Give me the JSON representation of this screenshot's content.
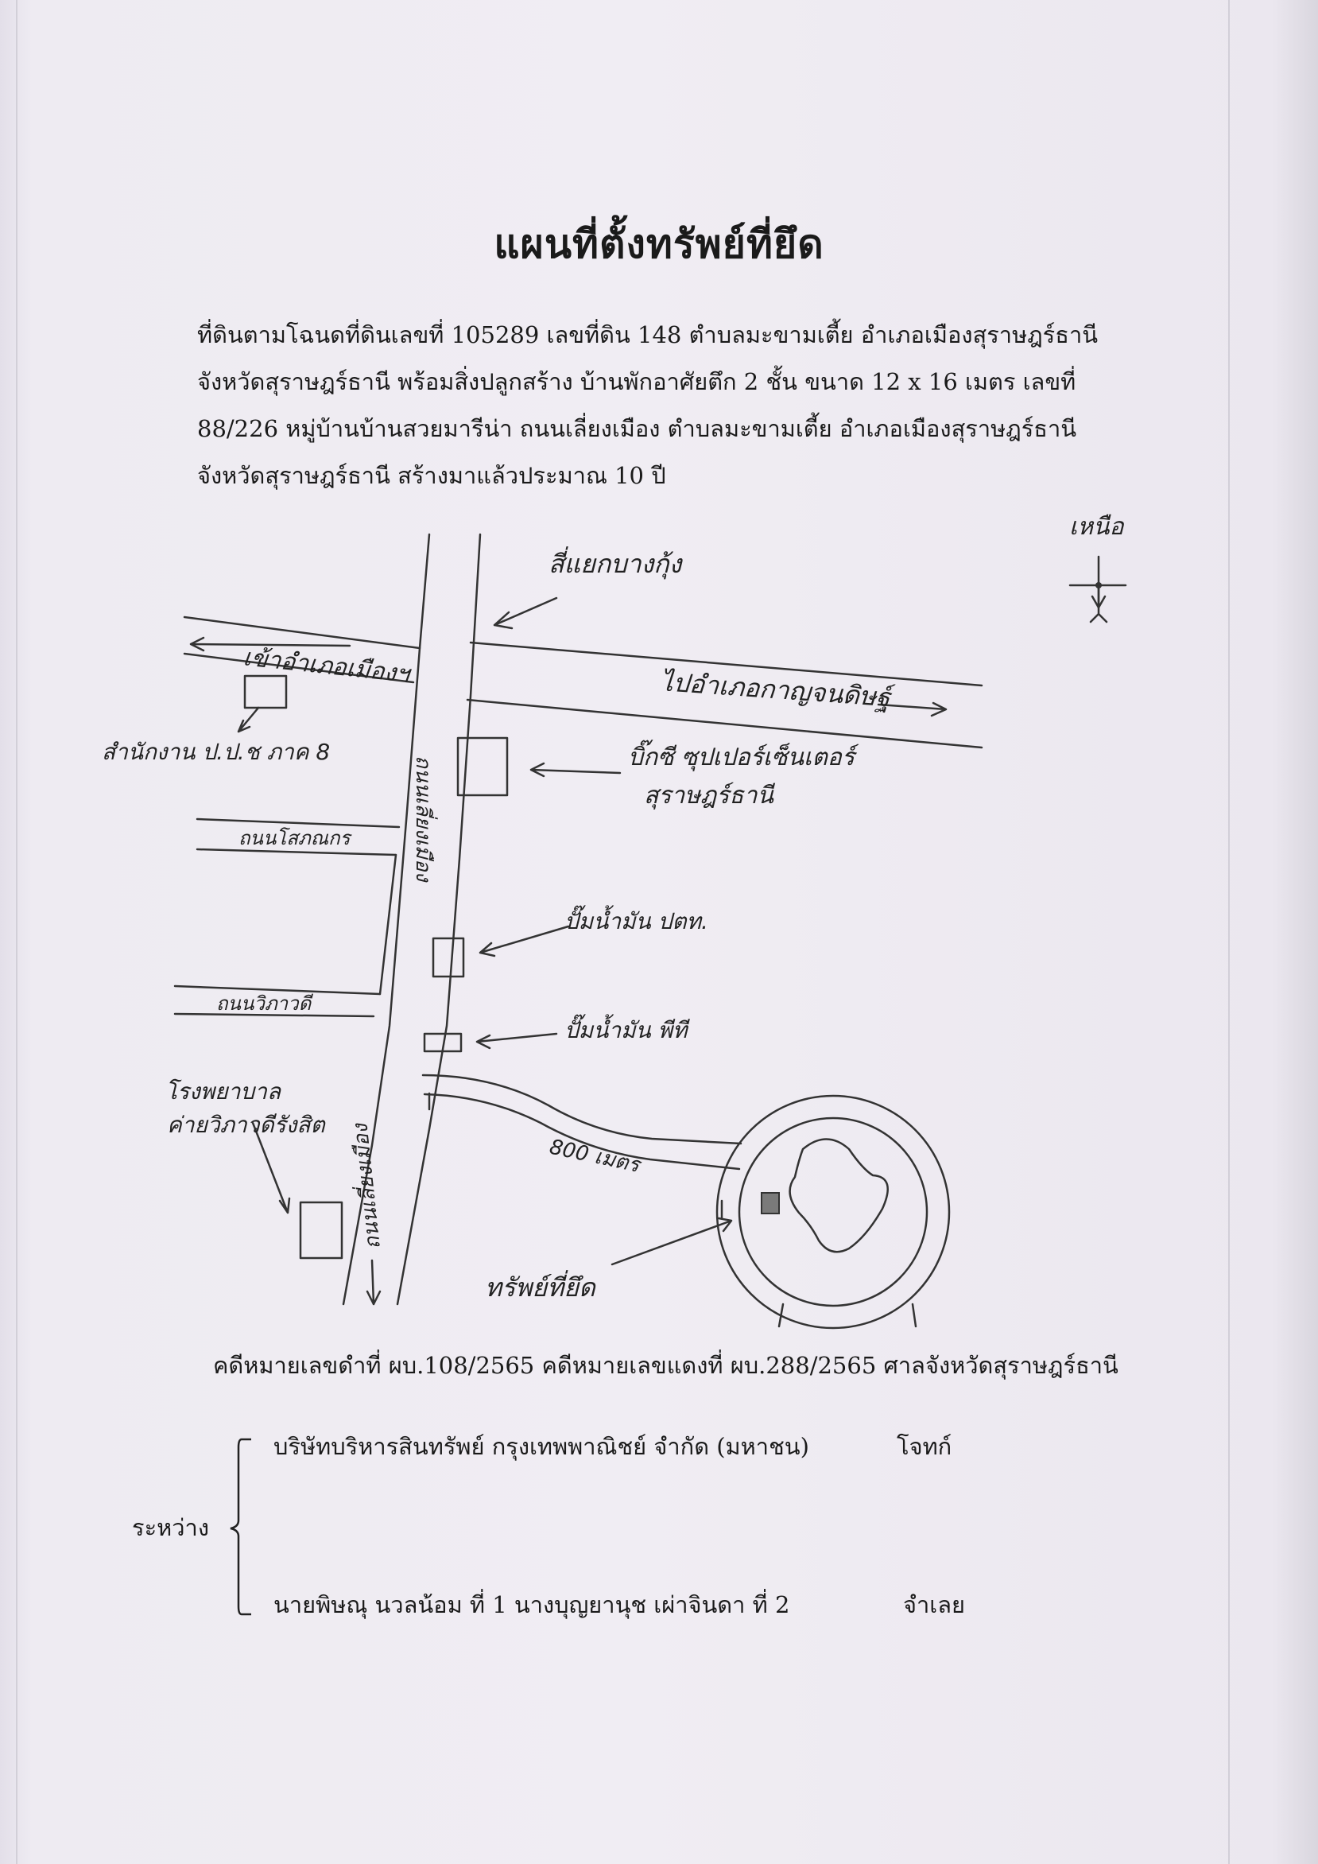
{
  "document": {
    "title": "แผนที่ตั้งทรัพย์ที่ยึด",
    "description_lines": [
      "ที่ดินตามโฉนดที่ดินเลขที่ 105289 เลขที่ดิน 148 ตำบลมะขามเตี้ย อำเภอเมืองสุราษฎร์ธานี",
      "จังหวัดสุราษฎร์ธานี พร้อมสิ่งปลูกสร้าง บ้านพักอาศัยตึก 2 ชั้น ขนาด 12 x 16 เมตร เลขที่",
      "88/226 หมู่บ้านบ้านสวยมารีน่า ถนนเลี่ยงเมือง ตำบลมะขามเตี้ย อำเภอเมืองสุราษฎร์ธานี",
      "จังหวัดสุราษฎร์ธานี สร้างมาแล้วประมาณ 10 ปี"
    ],
    "case_line": "คดีหมายเลขดำที่ ผบ.108/2565 คดีหมายเลขแดงที่ ผบ.288/2565 ศาลจังหวัดสุราษฎร์ธานี",
    "between_label": "ระหว่าง",
    "plaintiff": {
      "name": "บริษัทบริหารสินทรัพย์ กรุงเทพพาณิชย์ จำกัด (มหาชน)",
      "role": "โจทก์"
    },
    "defendant": {
      "name": "นายพิษณุ นวลน้อม ที่ 1 นางบุญยานุช เผ่าจินดา ที่ 2",
      "role": "จำเลย"
    }
  },
  "map": {
    "north_label": "เหนือ",
    "labels": {
      "intersection": "สี่แยกบางกุ้ง",
      "to_city": "เข้าอำเภอเมืองฯ",
      "to_kanchanadit": "ไปอำเภอกาญจนดิษฐ์",
      "office": "สำนักงาน ป.ป.ช ภาค 8",
      "bigc": "บิ๊กซี ซุปเปอร์เซ็นเตอร์",
      "bigc_city": "สุราษฎร์ธานี",
      "road_main": "ถนนเลี่ยงเมือง",
      "road_side1": "ถนนโสภณกร",
      "road_side2": "ถนนวิภาวดี",
      "gas_ptt": "ปั๊มน้ำมัน ปตท.",
      "gas_pt": "ปั๊มน้ำมัน พีที",
      "hospital": "โรงพยาบาล",
      "hospital_name": "ค่ายวิภาวดีรังสิต",
      "road_main_south": "ถนนเลี่ยงเมือง",
      "distance": "800 เมตร",
      "property": "ทรัพย์ที่ยึด"
    }
  }
}
